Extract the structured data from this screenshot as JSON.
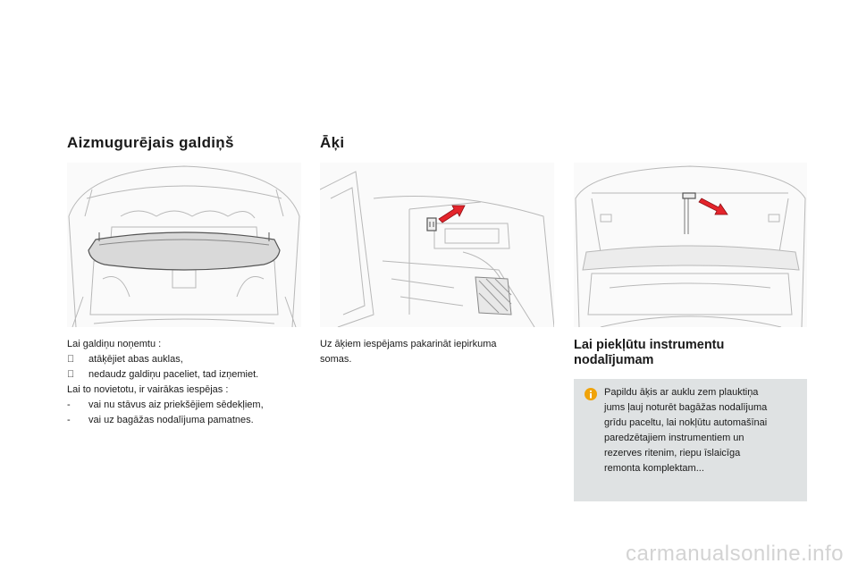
{
  "section_left": {
    "title": "Aizmugurējais galdiņš",
    "intro": "Lai galdiņu noņemtu :",
    "steps": [
      {
        "marker": "",
        "text": "atāķējiet abas auklas,"
      },
      {
        "marker": "",
        "text": "nedaudz galdiņu paceliet, tad izņemiet."
      }
    ],
    "storage_intro": "Lai to novietotu, ir vairākas iespējas :",
    "options": [
      {
        "marker": "-",
        "text": "vai nu stāvus aiz priekšējiem sēdekļiem,"
      },
      {
        "marker": "-",
        "text": "vai uz bagāžas nodalījuma pamatnes."
      }
    ]
  },
  "section_middle": {
    "title": "Āķi",
    "body_lines": [
      "Uz āķiem iespējams pakarināt iepirkuma",
      "somas."
    ]
  },
  "section_right": {
    "title_lines": [
      "Lai piekļūtu instrumentu",
      "nodalījumam"
    ],
    "info_icon": "info-icon",
    "info_lines": [
      "Papildu āķis ar auklu zem plauktiņa",
      "jums ļauj noturēt bagāžas nodalījuma",
      "grīdu paceltu, lai nokļūtu automašīnai",
      "paredzētajiem instrumentiem un",
      "rezerves ritenim, riepu īslaicīga",
      "remonta komplektam..."
    ]
  },
  "colors": {
    "arrow": "#e4242b",
    "info_box": "#dfe2e3",
    "info_icon": "#f0a30a"
  },
  "watermark": "carmanualsonline.info"
}
